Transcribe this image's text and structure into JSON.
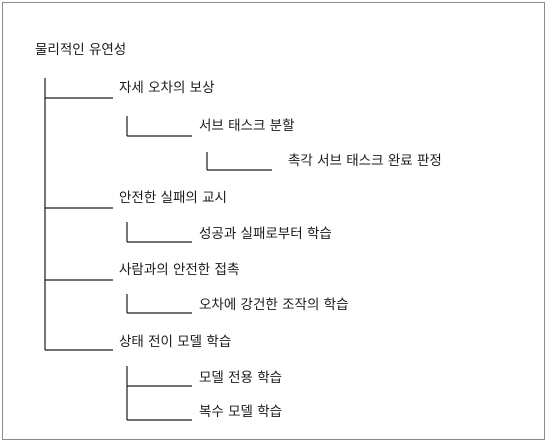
{
  "tree": {
    "root": "물리적인 유연성",
    "branches": [
      {
        "label": "자세 오차의 보상",
        "children": [
          {
            "label": "서브 태스크 분할",
            "children": [
              {
                "label": "촉각 서브 태스크 완료 판정"
              }
            ]
          }
        ]
      },
      {
        "label": "안전한 실패의 교시",
        "children": [
          {
            "label": "성공과 실패로부터 학습"
          }
        ]
      },
      {
        "label": "사람과의 안전한 접촉",
        "children": [
          {
            "label": "오차에 강건한 조작의 학습"
          }
        ]
      },
      {
        "label": "상태 전이 모델 학습",
        "children": [
          {
            "label": "모델 전용 학습"
          },
          {
            "label": "복수 모델 학습"
          }
        ]
      }
    ]
  },
  "colors": {
    "line": "#1a1a1a",
    "border": "#8a8a8a",
    "text": "#1a1a1a"
  }
}
